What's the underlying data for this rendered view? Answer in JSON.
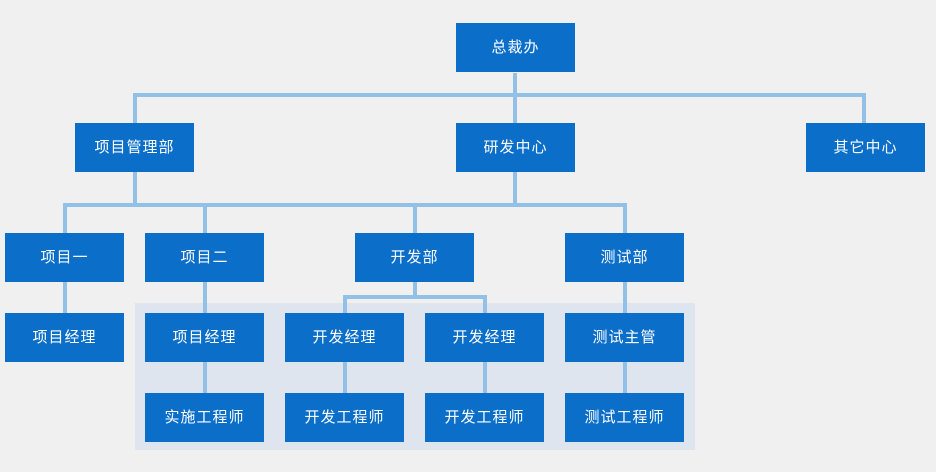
{
  "diagram": {
    "type": "organization-chart",
    "colors": {
      "canvas_background": "#f0f0f0",
      "node_fill": "#0b6fc9",
      "node_text": "#ffffff",
      "connector": "#92c0e7",
      "group_panel": "#dfe5ef"
    },
    "levels": [
      {
        "level": 1,
        "nodes": [
          {
            "id": "ceo-office",
            "label": "总裁办"
          }
        ]
      },
      {
        "level": 2,
        "nodes": [
          {
            "id": "project-management-dept",
            "label": "项目管理部"
          },
          {
            "id": "rd-center",
            "label": "研发中心"
          },
          {
            "id": "other-center",
            "label": "其它中心"
          }
        ]
      },
      {
        "level": 3,
        "nodes": [
          {
            "id": "project-one",
            "label": "项目一"
          },
          {
            "id": "project-two",
            "label": "项目二"
          },
          {
            "id": "development-dept",
            "label": "开发部"
          },
          {
            "id": "testing-dept",
            "label": "测试部"
          }
        ]
      },
      {
        "level": 4,
        "nodes": [
          {
            "id": "project-manager-1",
            "label": "项目经理"
          },
          {
            "id": "project-manager-2",
            "label": "项目经理"
          },
          {
            "id": "development-manager-1",
            "label": "开发经理"
          },
          {
            "id": "development-manager-2",
            "label": "开发经理"
          },
          {
            "id": "test-supervisor",
            "label": "测试主管"
          }
        ]
      },
      {
        "level": 5,
        "nodes": [
          {
            "id": "implementation-engineer",
            "label": "实施工程师"
          },
          {
            "id": "development-engineer-1",
            "label": "开发工程师"
          },
          {
            "id": "development-engineer-2",
            "label": "开发工程师"
          },
          {
            "id": "test-engineer",
            "label": "测试工程师"
          }
        ]
      }
    ],
    "nodes": {
      "ceo_office": "总裁办",
      "project_management_dept": "项目管理部",
      "rd_center": "研发中心",
      "other_center": "其它中心",
      "project_one": "项目一",
      "project_two": "项目二",
      "development_dept": "开发部",
      "testing_dept": "测试部",
      "project_manager_1": "项目经理",
      "project_manager_2": "项目经理",
      "development_manager_1": "开发经理",
      "development_manager_2": "开发经理",
      "test_supervisor": "测试主管",
      "implementation_engineer": "实施工程师",
      "development_engineer_1": "开发工程师",
      "development_engineer_2": "开发工程师",
      "test_engineer": "测试工程师"
    }
  }
}
